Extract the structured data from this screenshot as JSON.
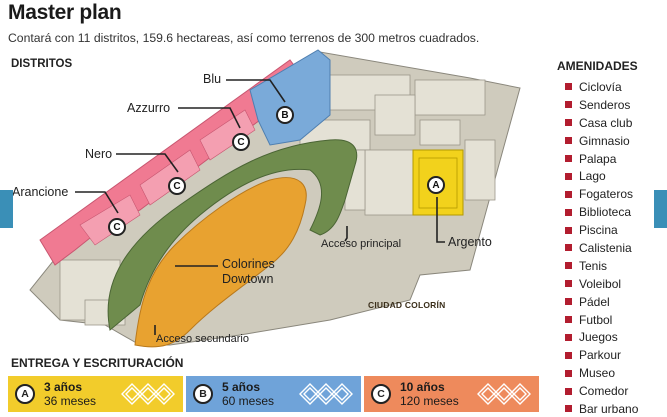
{
  "header": {
    "title": "Master plan",
    "subtitle": "Contará con 11 distritos, 159.6 hectareas, así como terrenos de 300 metros cuadrados."
  },
  "districts": {
    "heading": "DISTRITOS",
    "labels": {
      "blu": "Blu",
      "azzurro": "Azzurro",
      "nero": "Nero",
      "arancione": "Arancione",
      "argento": "Argento",
      "colorines": "Colorines",
      "dowtown": "Dowtown",
      "acceso_principal": "Acceso principal",
      "acceso_secundario": "Acceso secundario",
      "ciudad_colorin": "CIUDAD COLORÍN"
    },
    "badges": {
      "a": "A",
      "b": "B",
      "c": "C"
    }
  },
  "amenities": {
    "heading": "AMENIDADES",
    "items": [
      "Ciclovía",
      "Senderos",
      "Casa club",
      "Gimnasio",
      "Palapa",
      "Lago",
      "Fogateros",
      "Biblioteca",
      "Piscina",
      "Calistenia",
      "Tenis",
      "Voleibol",
      "Pádel",
      "Futbol",
      "Juegos",
      "Parkour",
      "Museo",
      "Comedor",
      "Bar urbano"
    ]
  },
  "delivery": {
    "heading": "ENTREGA Y ESCRITURACIÓN",
    "boxes": [
      {
        "badge": "A",
        "years": "3 años",
        "months": "36 meses",
        "color": "#f2cc2b"
      },
      {
        "badge": "B",
        "years": "5 años",
        "months": "60 meses",
        "color": "#6fa3d9"
      },
      {
        "badge": "C",
        "years": "10 años",
        "months": "120 meses",
        "color": "#ee8a5c"
      }
    ]
  },
  "colors": {
    "pink": "#f07a92",
    "blue": "#7aaad9",
    "yellow": "#f2d21c",
    "orange": "#e8a230",
    "green": "#6f8c4d",
    "lots": "#d9d5c7",
    "bullet": "#b21d2f"
  }
}
